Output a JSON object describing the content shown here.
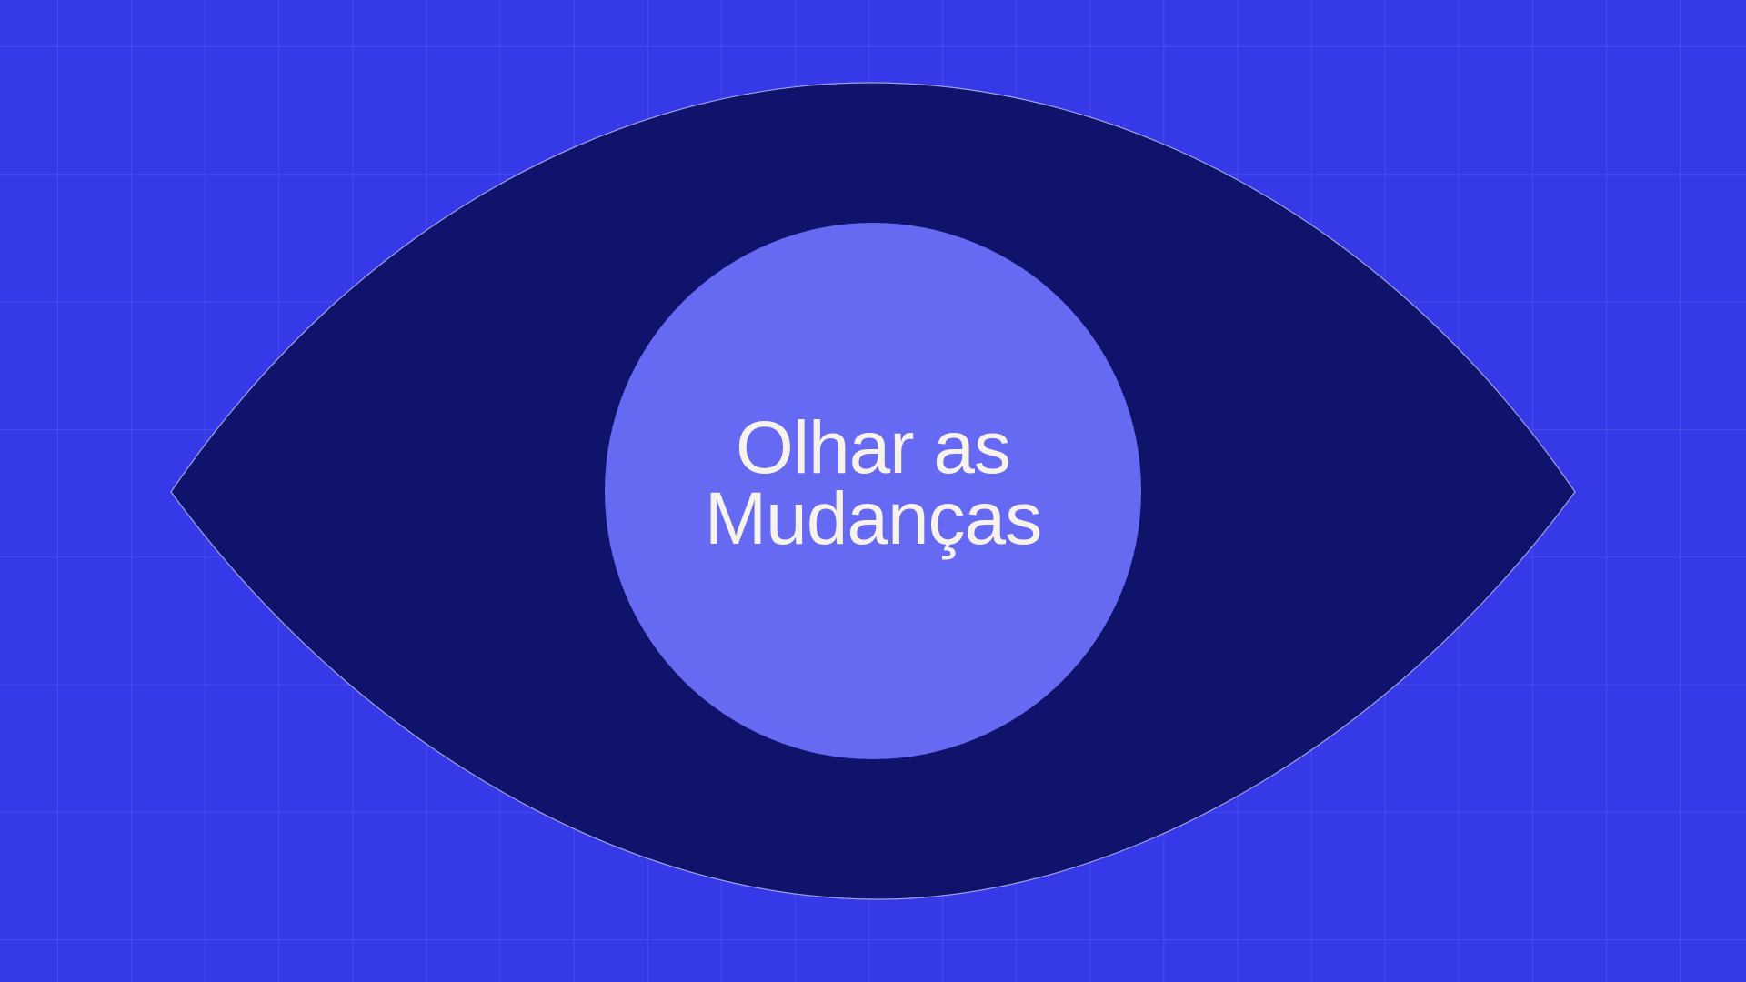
{
  "slide": {
    "title_lines": [
      "Olhar as",
      "Mudanças"
    ],
    "title": "Olhar as Mudanças"
  },
  "colors": {
    "background": "#3539E8",
    "grid_line": "#4A4EEA",
    "eye": "#0F136B",
    "eye_outline": "#C8CBF5",
    "iris": "#666AF3",
    "text": "#F7F2EC"
  },
  "graphic": {
    "shape": "eye-icon",
    "iris": "circle"
  }
}
